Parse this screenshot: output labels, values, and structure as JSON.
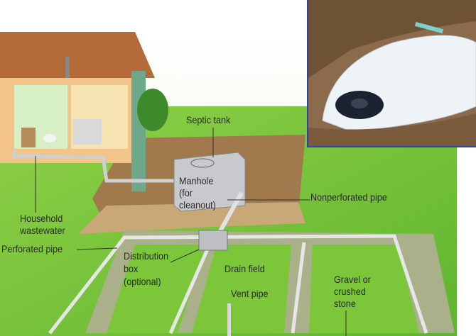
{
  "diagram": {
    "labels": {
      "septic_tank": "Septic tank",
      "manhole": [
        "Manhole",
        "(for",
        "cleanout)"
      ],
      "nonperforated_pipe": "Nonperforated pipe",
      "household_wastewater": [
        "Household",
        "wastewater"
      ],
      "perforated_pipe": "Perforated pipe",
      "distribution_box": [
        "Distribution",
        "box",
        "(optional)"
      ],
      "drain_field": "Drain field",
      "vent_pipe": "Vent pipe",
      "gravel": [
        "Gravel or",
        "crushed",
        "stone"
      ]
    },
    "colors": {
      "grass": "#7cc63a",
      "soil": "#b08a5a",
      "photo_border": "#2c46a8"
    }
  }
}
